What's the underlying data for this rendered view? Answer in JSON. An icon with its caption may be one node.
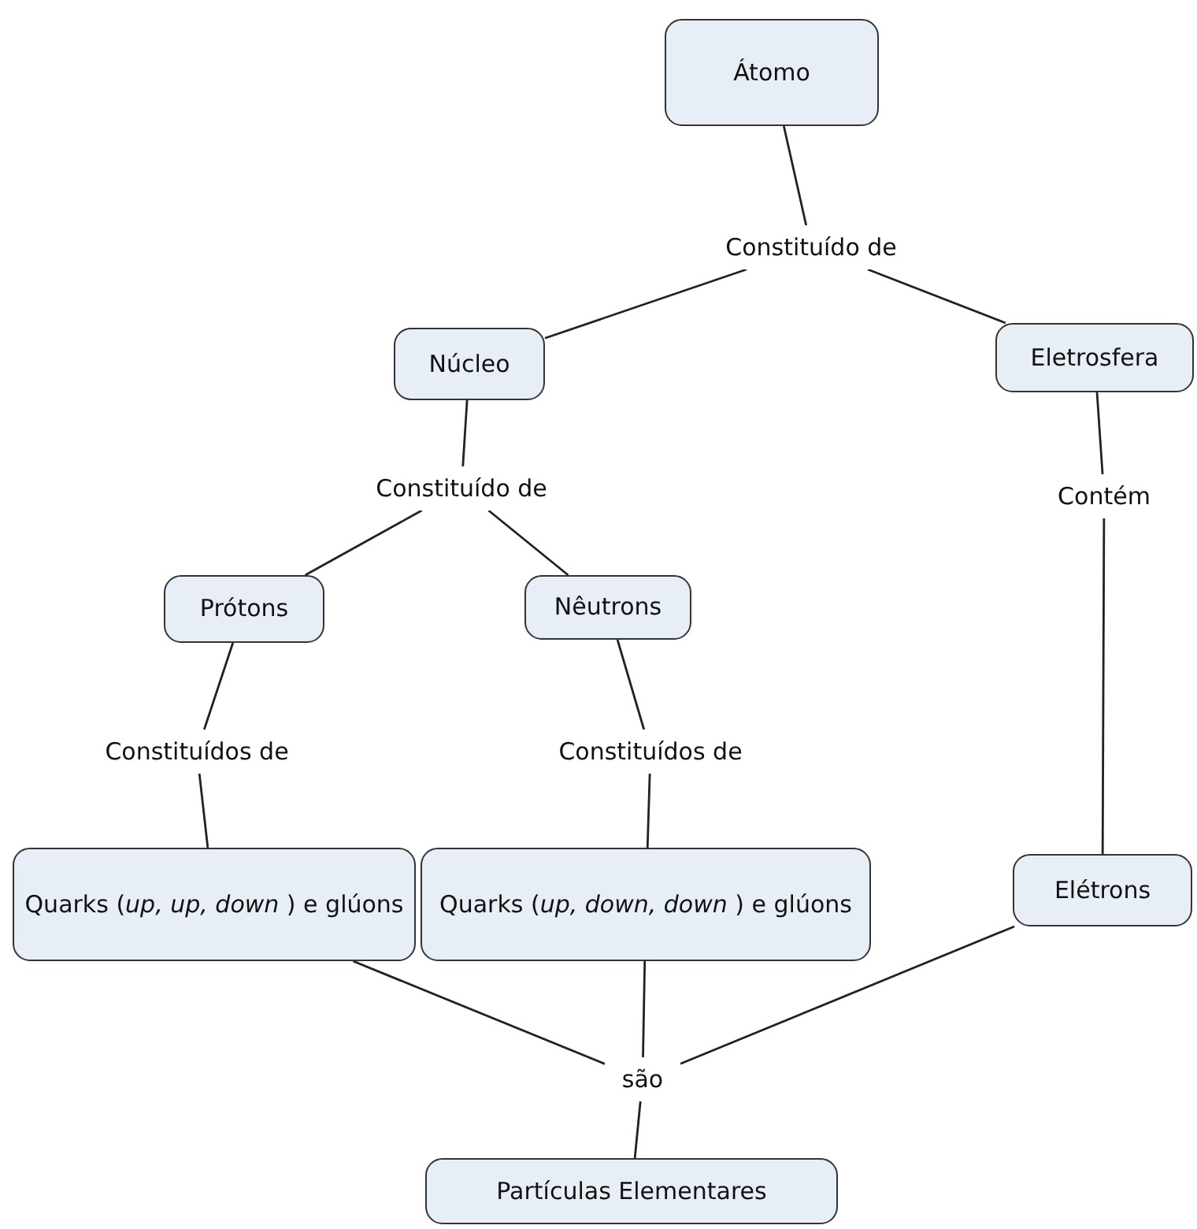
{
  "diagram": {
    "nodes": [
      {
        "text": [
          "Átomo"
        ]
      },
      {
        "text": [
          "Constituído de"
        ]
      },
      {
        "text": [
          "Núcleo"
        ]
      },
      {
        "text": [
          "Eletrosfera"
        ]
      },
      {
        "text": [
          "Constituído de"
        ]
      },
      {
        "text": [
          "Contém"
        ]
      },
      {
        "text": [
          "Prótons"
        ]
      },
      {
        "text": [
          "Nêutrons"
        ]
      },
      {
        "text": [
          "Constituídos de"
        ]
      },
      {
        "text": [
          "Constituídos de"
        ]
      },
      {
        "text": [
          "Quarks (*up, up, down* ) e glúons"
        ]
      },
      {
        "text": [
          "Quarks (*up, down, down* ) e glúons"
        ]
      },
      {
        "text": [
          "Elétrons"
        ]
      },
      {
        "text": [
          "são"
        ]
      },
      {
        "text": [
          "Partículas Elementares"
        ]
      }
    ],
    "edges": [
      {
        "from": 0,
        "to": 1,
        "arrow": "none"
      },
      {
        "from": 1,
        "to": 2,
        "arrow": "none"
      },
      {
        "from": 1,
        "to": 3,
        "arrow": "none"
      },
      {
        "from": 2,
        "to": 4,
        "arrow": "none"
      },
      {
        "from": 4,
        "to": 6,
        "arrow": "none"
      },
      {
        "from": 4,
        "to": 7,
        "arrow": "none"
      },
      {
        "from": 3,
        "to": 5,
        "arrow": "none"
      },
      {
        "from": 5,
        "to": 12,
        "arrow": "none"
      },
      {
        "from": 6,
        "to": 8,
        "arrow": "none"
      },
      {
        "from": 8,
        "to": 10,
        "arrow": "none"
      },
      {
        "from": 7,
        "to": 9,
        "arrow": "none"
      },
      {
        "from": 9,
        "to": 11,
        "arrow": "none"
      },
      {
        "from": 10,
        "to": 13,
        "arrow": "none"
      },
      {
        "from": 11,
        "to": 13,
        "arrow": "none"
      },
      {
        "from": 12,
        "to": 13,
        "arrow": "none"
      },
      {
        "from": 13,
        "to": 14,
        "arrow": "none"
      }
    ]
  }
}
